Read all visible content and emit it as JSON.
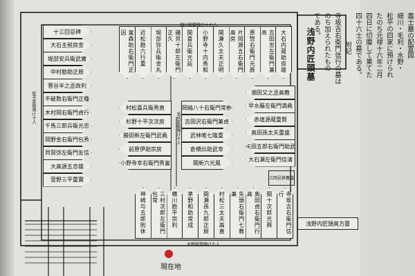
{
  "title": "浅野内匠頭墓",
  "title2": "浅野内匠頭奥方墓",
  "current": "現在地",
  "label_top": "細川家御預け十七人",
  "label_bottom": "水野家御預け九人",
  "label_left": "松平家御預け十人",
  "label_mid": "毛利家御預け十人",
  "label_note": "三回忌供養墓",
  "left_col": [
    "十三回忌碑",
    "大石主税良金",
    "堀部安兵衛武庸",
    "中村勘助正辰",
    "菅谷半之丞政利",
    "不破数右衛門正種",
    "木村岡右衛門貞行",
    "千馬三郎兵衛光忠",
    "岡野金右衛門包秀",
    "貝賀弥左衛門友信",
    "大高源五忠雄",
    "萱野三平重實"
  ],
  "mid_col": [
    "村松喜兵衛秀直",
    "杉野十平次次房",
    "勝田新左衛門武堯",
    "前原伊助宗房",
    "小野寺幸右衛門秀富"
  ],
  "center_col": [
    "岡嶋八十右衛門常樹",
    "吉田沢右衛門兼貞",
    "武林唯七隆重",
    "倉橋伝助武幸",
    "間新六光風"
  ],
  "right_col": [
    "潮田又之丞高教",
    "早水藤左衛門満堯",
    "赤埴源蔵重賢",
    "奥田孫太夫重盛",
    "矢田五郎右衛門助武",
    "大石瀬左衛門信清"
  ],
  "top_row": [
    "大石内蔵助良雄",
    "吉田忠左衛門兼亮",
    "原惣右衛門元辰",
    "片岡源五右衛門高房",
    "間瀬久太夫正明",
    "小野寺十内秀和",
    "間喜兵衛光延",
    "磯貝十郎左衛門正久",
    "堀部弥兵衛金丸",
    "近松勘六行重",
    "富森助右衛門正因"
  ],
  "bottom_row": [
    "寺坂吉右衛門信行",
    "間十次郎光興",
    "奥田貞右衛門行高",
    "矢頭右衛門七教兼",
    "村松三太夫高直",
    "間瀬孫九郎正辰",
    "茅野和助常成",
    "横川勘平宗利",
    "三村次郎左衛門包常",
    "神崎与五郎則休"
  ],
  "notes": [
    "義士墓の配置図",
    "細川・毛利・水野・",
    "松平の四家に預けられ",
    "たのち元禄十六年二月",
    "四日に切腹して果てた",
    "四十六士の墓である。",
    "附記",
    "寺坂吉右衛門信行の墓は",
    "のち加えられたもの",
    "である。"
  ]
}
